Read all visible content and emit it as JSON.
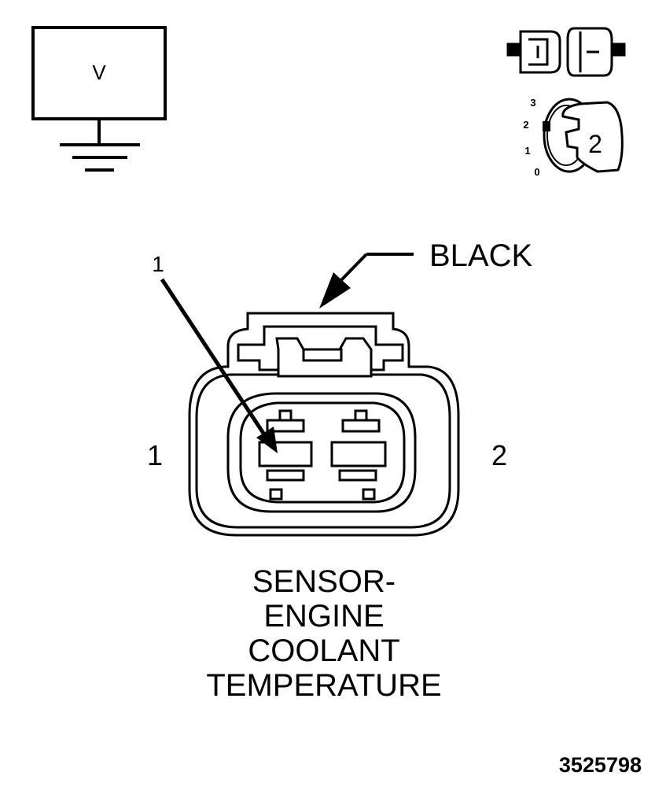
{
  "voltmeter": {
    "label": "V"
  },
  "key_position": {
    "marks": [
      "3",
      "2",
      "1",
      "0"
    ],
    "selected": "2"
  },
  "connector": {
    "color_callout": "BLACK",
    "callout_number": "1",
    "cavity_left": "1",
    "cavity_right": "2"
  },
  "title": {
    "lines": [
      "SENSOR-",
      "ENGINE",
      "COOLANT",
      "TEMPERATURE"
    ]
  },
  "figure_number": "3525798",
  "colors": {
    "ink": "#000000",
    "paper": "#ffffff"
  }
}
